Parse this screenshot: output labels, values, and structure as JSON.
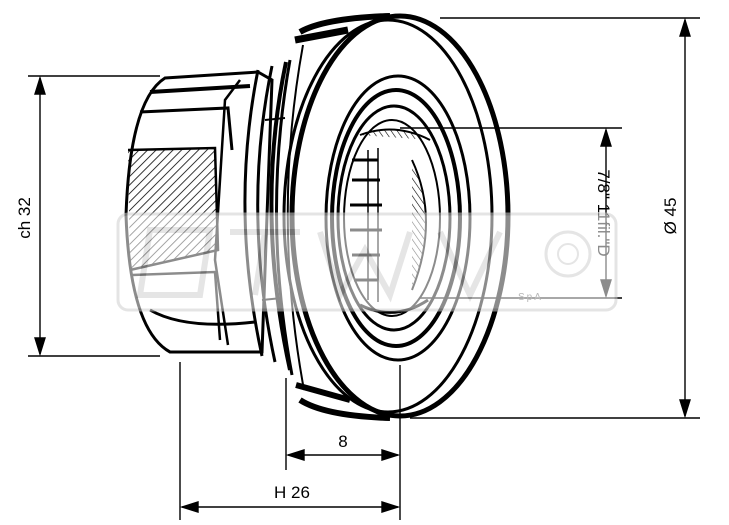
{
  "dimensions": {
    "width_label": "ch 32",
    "diameter_label": "Ø 45",
    "thread_label": "7/8\" 11fil.\"D",
    "depth_label": "8",
    "height_label": "H 26"
  },
  "watermark": {
    "suffix": "SpA"
  },
  "colors": {
    "ink": "#000000",
    "paper": "#ffffff",
    "watermark": "#c8c8c8"
  }
}
